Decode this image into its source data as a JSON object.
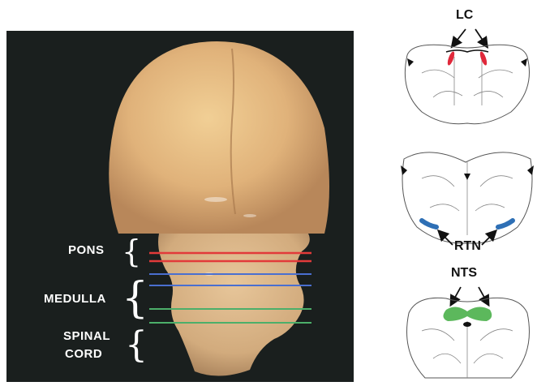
{
  "labels": {
    "pons": "PONS",
    "medulla": "MEDULLA",
    "spinal_line1": "SPINAL",
    "spinal_line2": "CORD",
    "lc": "LC",
    "rtn": "RTN",
    "nts": "NTS"
  },
  "colors": {
    "photo_background": "#1a1f1e",
    "lc_marker": "#e0283a",
    "rtn_marker": "#2e6fb5",
    "nts_marker": "#5cb85c",
    "pons_lines": "#e23a3a",
    "medulla_lines": "#4a6fd0",
    "spinal_lines": "#4caf6a"
  }
}
